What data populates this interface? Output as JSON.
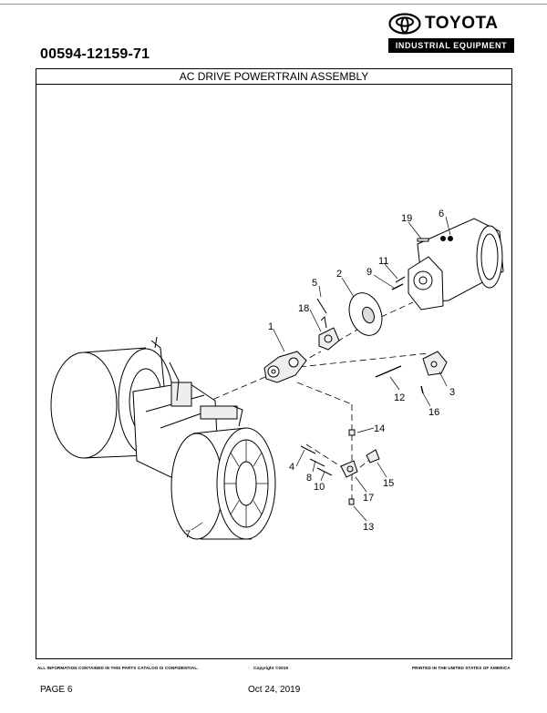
{
  "header": {
    "part_number": "00594-12159-71",
    "brand": "TOYOTA",
    "brand_sub": "INDUSTRIAL EQUIPMENT"
  },
  "title": "AC DRIVE POWERTRAIN ASSEMBLY",
  "callouts": {
    "c1": "1",
    "c2": "2",
    "c3": "3",
    "c4": "4",
    "c5": "5",
    "c6": "6",
    "c7": "7",
    "c8": "8",
    "c9": "9",
    "c10": "10",
    "c11": "11",
    "c12": "12",
    "c13": "13",
    "c14": "14",
    "c15": "15",
    "c16": "16",
    "c17": "17",
    "c18": "18",
    "c19": "19"
  },
  "footer": {
    "confidential": "ALL INFORMATION CONTAINED IN THIS PARTS CATALOG IS CONFIDENTIAL.",
    "copyright": "Copyright ©2019",
    "printed": "PRINTED IN THE UNITED STATES OF AMERICA",
    "page": "PAGE 6",
    "date": "Oct 24, 2019"
  }
}
